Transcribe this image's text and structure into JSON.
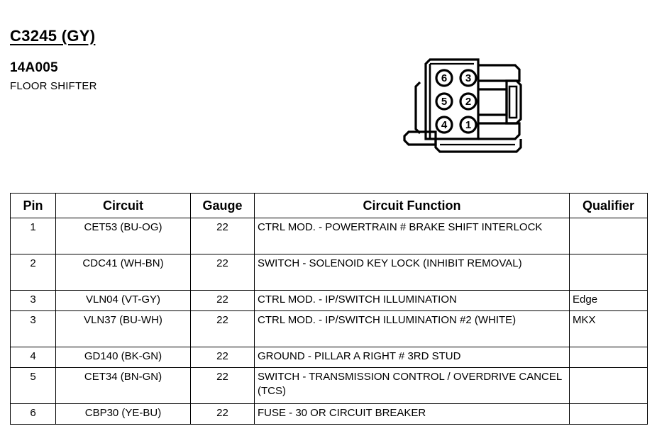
{
  "header": {
    "connector_id": "C3245 (GY)",
    "part_number": "14A005",
    "component_name": "FLOOR SHIFTER"
  },
  "connector": {
    "icon": "connector-6-pin-icon",
    "pin_layout": [
      {
        "label": "6",
        "col": 0,
        "row": 0
      },
      {
        "label": "3",
        "col": 1,
        "row": 0
      },
      {
        "label": "5",
        "col": 0,
        "row": 1
      },
      {
        "label": "2",
        "col": 1,
        "row": 1
      },
      {
        "label": "4",
        "col": 0,
        "row": 2
      },
      {
        "label": "1",
        "col": 1,
        "row": 2
      }
    ]
  },
  "table": {
    "columns": [
      "Pin",
      "Circuit",
      "Gauge",
      "Circuit Function",
      "Qualifier"
    ],
    "rows": [
      {
        "pin": "1",
        "circuit": "CET53 (BU-OG)",
        "gauge": "22",
        "function": "CTRL MOD. - POWERTRAIN # BRAKE SHIFT INTERLOCK",
        "qualifier": "",
        "lines": 2
      },
      {
        "pin": "2",
        "circuit": "CDC41 (WH-BN)",
        "gauge": "22",
        "function": "SWITCH - SOLENOID KEY LOCK (INHIBIT REMOVAL)",
        "qualifier": "",
        "lines": 2
      },
      {
        "pin": "3",
        "circuit": "VLN04 (VT-GY)",
        "gauge": "22",
        "function": "CTRL MOD. - IP/SWITCH ILLUMINATION",
        "qualifier": "Edge",
        "lines": 1
      },
      {
        "pin": "3",
        "circuit": "VLN37 (BU-WH)",
        "gauge": "22",
        "function": "CTRL MOD. - IP/SWITCH ILLUMINATION #2 (WHITE)",
        "qualifier": "MKX",
        "lines": 2
      },
      {
        "pin": "4",
        "circuit": "GD140 (BK-GN)",
        "gauge": "22",
        "function": "GROUND - PILLAR A RIGHT # 3RD STUD",
        "qualifier": "",
        "lines": 1
      },
      {
        "pin": "5",
        "circuit": "CET34 (BN-GN)",
        "gauge": "22",
        "function": "SWITCH - TRANSMISSION CONTROL / OVERDRIVE CANCEL (TCS)",
        "qualifier": "",
        "lines": 2
      },
      {
        "pin": "6",
        "circuit": "CBP30 (YE-BU)",
        "gauge": "22",
        "function": "FUSE - 30 OR CIRCUIT BREAKER",
        "qualifier": "",
        "lines": 1
      }
    ]
  }
}
